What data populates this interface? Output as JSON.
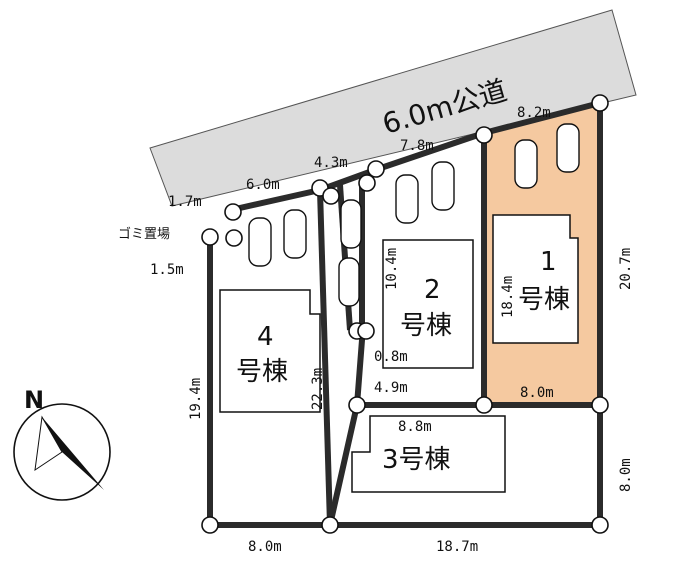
{
  "road": {
    "label": "6.0m公道"
  },
  "top_dims": {
    "d1": "8.2m",
    "d2": "7.8m",
    "d3": "4.3m",
    "d4": "6.0m"
  },
  "left_dims": {
    "d1": "1.7m",
    "d2": "1.5m",
    "side": "19.4m"
  },
  "garbage": {
    "label": "ゴミ置場"
  },
  "lot1": {
    "number": "1",
    "label": "号棟",
    "dim_inner": "18.4m",
    "dim_right": "20.7m",
    "dim_bottom": "8.0m",
    "highlight": "#f5c9a0"
  },
  "lot2": {
    "number": "2",
    "label": "号棟",
    "dim_side": "10.4m",
    "dim_a": "0.8m",
    "dim_b": "4.9m"
  },
  "lot3": {
    "label": "3号棟",
    "dim_top": "8.8m",
    "dim_right": "8.0m"
  },
  "lot4": {
    "number": "4",
    "label": "号棟",
    "dim_side": "22.3m"
  },
  "bottom_dims": {
    "left": "8.0m",
    "right": "18.7m"
  },
  "compass": {
    "label": "N"
  }
}
